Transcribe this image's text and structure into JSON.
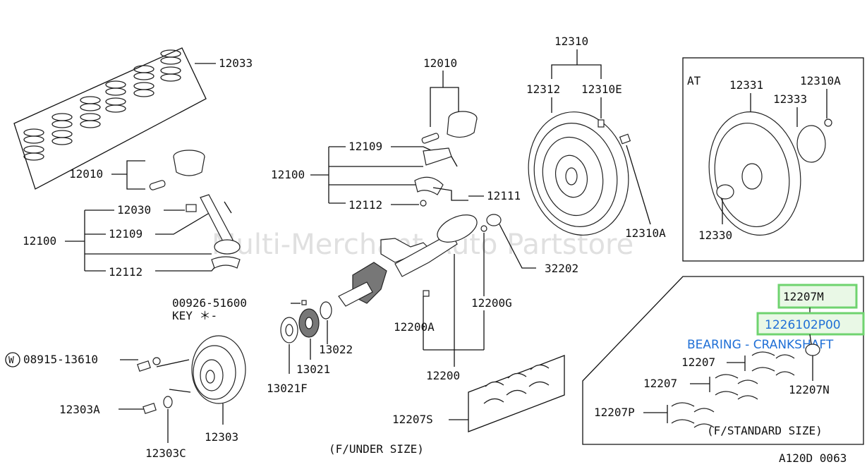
{
  "watermark": "Multi-Merchant Auto Partstore",
  "footer_code": "A120D 0063",
  "labels": {
    "p12033": "12033",
    "p12010a": "12010",
    "p12010b": "12010",
    "p12109a": "12109",
    "p12109b": "12109",
    "p12100a": "12100",
    "p12100b": "12100",
    "p12111": "12111",
    "p12112a": "12112",
    "p12112b": "12112",
    "p12030": "12030",
    "p12310": "12310",
    "p12312": "12312",
    "p12310E": "12310E",
    "p12310A": "12310A",
    "at_label": "AT",
    "p12331": "12331",
    "p12333": "12333",
    "p12310A_at": "12310A",
    "p12330": "12330",
    "p32202": "32202",
    "p00926": "00926-51600",
    "key": "KEY ＊-",
    "p12200G": "12200G",
    "p12200A": "12200A",
    "p12200": "12200",
    "p13022": "13022",
    "p13021": "13021",
    "p13021F": "13021F",
    "w_symbol": "W",
    "p08915": "08915-13610",
    "p12303A": "12303A",
    "p12303C": "12303C",
    "p12303": "12303",
    "p12207S": "12207S",
    "under_size": "(F/UNDER SIZE)",
    "p12207M": "12207M",
    "part_number": "1226102P00",
    "part_desc": "BEARING - CRANKSHAFT",
    "p12207a": "12207",
    "p12207b": "12207",
    "p12207N": "12207N",
    "p12207P": "12207P",
    "standard_size": "(F/STANDARD SIZE)"
  },
  "colors": {
    "highlight_border": "#6fd36f",
    "highlight_fill": "#e9f8e6",
    "part_number_text": "#1f6fd6"
  }
}
